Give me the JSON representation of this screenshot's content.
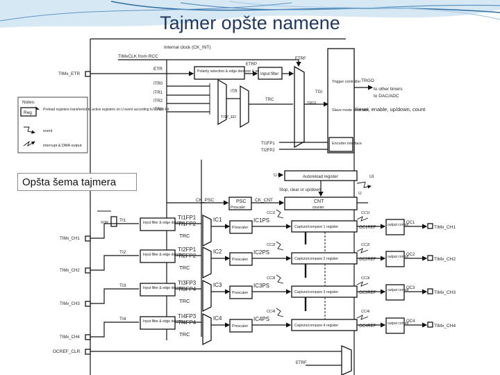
{
  "slide_title": "Tajmer opšte namene",
  "caption": "Opšta šema tajmera",
  "labels": {
    "internal_clock": "Internal clock (CK_INT)",
    "timxclk": "TIMxCLK from RCC",
    "tim_etr": "TIMx_ETR",
    "etr": "ETR",
    "etrp": "ETRP",
    "etrf": "ETRF",
    "polarity": "Polarity selection & edge detector & prescaler",
    "input_filter": "Input filter",
    "itr0": "ITR0",
    "itr1": "ITR1",
    "itr2": "ITR2",
    "itr3": "ITR3",
    "itr": "ITR",
    "trc_top": "TRC",
    "tgi": "TGI",
    "trgi": "TRGI",
    "ti1f_ed": "TI1F_ED",
    "trigger_ctrl": "Trigger controller",
    "slave_ctrl": "Slave mode controller",
    "encoder_if": "Encoder interface",
    "trgo": "TRGO",
    "to_other_timers": "to other timers",
    "to_dac_adc": "to DAC/ADC",
    "reset_enable": "Reset, enable, up/down, count",
    "ti1fp1_top": "TI1FP1",
    "ti2fp2_top": "TI2FP2",
    "u_upd": "U",
    "ui": "UI",
    "autoreload": "Autoreload register",
    "stop_clear": "Stop, clear or up/down",
    "ck_psc": "CK_PSC",
    "psc": "PSC",
    "prescaler": "Prescaler",
    "ck_cnt": "CK_CNT",
    "cnt": "CNT",
    "counter": "counter",
    "xor": "XOR",
    "cc1i": "CC1I",
    "cc2i": "CC2I",
    "cc3i": "CC3I",
    "cc4i": "CC4I",
    "oc1ref": "OC1REF",
    "oc2ref": "OC2REF",
    "oc3ref": "OC3REF",
    "oc4ref": "OC4REF",
    "oc1": "OC1",
    "oc2": "OC2",
    "oc3": "OC3",
    "oc4": "OC4",
    "output_control": "output control",
    "ocref_clr": "OCREF_CLR",
    "etrf_bottom": "ETRF",
    "notes_title": "Notes:",
    "notes_reg": "Reg",
    "notes_preload": "Preload registers transferred to active registers on U event according to control bit",
    "notes_event": "event",
    "notes_interrupt": "interrupt & DMA output",
    "input_filter_edge": "Input filter & edge detector",
    "trc": "TRC"
  },
  "channels": [
    {
      "pin_in": "TIMx_CH1",
      "ti": "TI1",
      "fp_a": "TI1FP1",
      "fp_b": "TI1FP2",
      "ic": "IC1",
      "icps": "IC1PS",
      "ccr": "Capture/compare 1 register",
      "pin_out": "TIMx_CH1",
      "ccxi": "CC1I",
      "ocref": "OC1REF",
      "oc": "OC1"
    },
    {
      "pin_in": "TIMx_CH2",
      "ti": "TI2",
      "fp_a": "TI2FP1",
      "fp_b": "TI2FP2",
      "ic": "IC2",
      "icps": "IC2PS",
      "ccr": "Capture/compare 2 register",
      "pin_out": "TIMx_CH2",
      "ccxi": "CC2I",
      "ocref": "OC2REF",
      "oc": "OC2"
    },
    {
      "pin_in": "TIMx_CH3",
      "ti": "TI3",
      "fp_a": "TI3FP3",
      "fp_b": "TI3FP4",
      "ic": "IC3",
      "icps": "IC3PS",
      "ccr": "Capture/compare 3 register",
      "pin_out": "TIMx_CH3",
      "ccxi": "CC3I",
      "ocref": "OC3REF",
      "oc": "OC3"
    },
    {
      "pin_in": "TIMx_CH4",
      "ti": "TI4",
      "fp_a": "TI4FP3",
      "fp_b": "TI4FP4",
      "ic": "IC4",
      "icps": "IC4PS",
      "ccr": "Capture/compare 4 register",
      "pin_out": "TIMx_CH4",
      "ccxi": "CC4I",
      "ocref": "OC4REF",
      "oc": "OC4"
    }
  ],
  "colors": {
    "title": "#1f3864",
    "wave_dark": "#2f6d9e",
    "wave_light": "#a9cde8"
  }
}
